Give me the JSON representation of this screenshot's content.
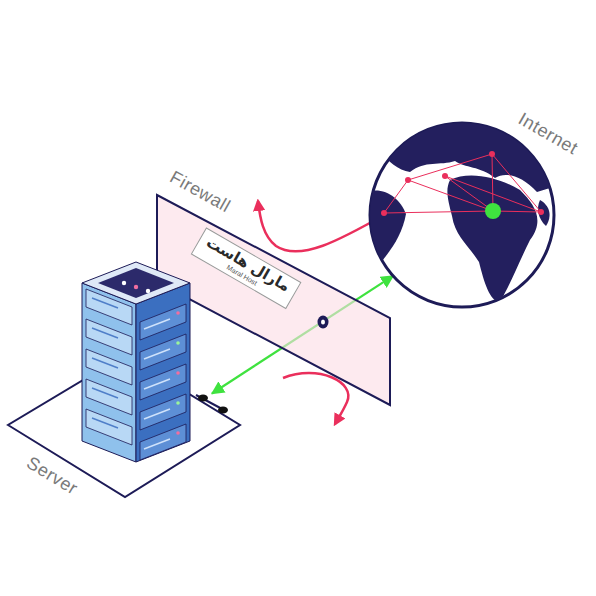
{
  "diagram": {
    "nodes": [
      {
        "text": [
          "Internet"
        ]
      },
      {
        "text": [
          "Firewall"
        ]
      },
      {
        "text": [
          "Server"
        ]
      }
    ],
    "edges": [
      {
        "from": 2,
        "to": 0,
        "arrow": "both"
      }
    ],
    "labels": [
      "مارال هاست",
      "Maral Host"
    ]
  }
}
